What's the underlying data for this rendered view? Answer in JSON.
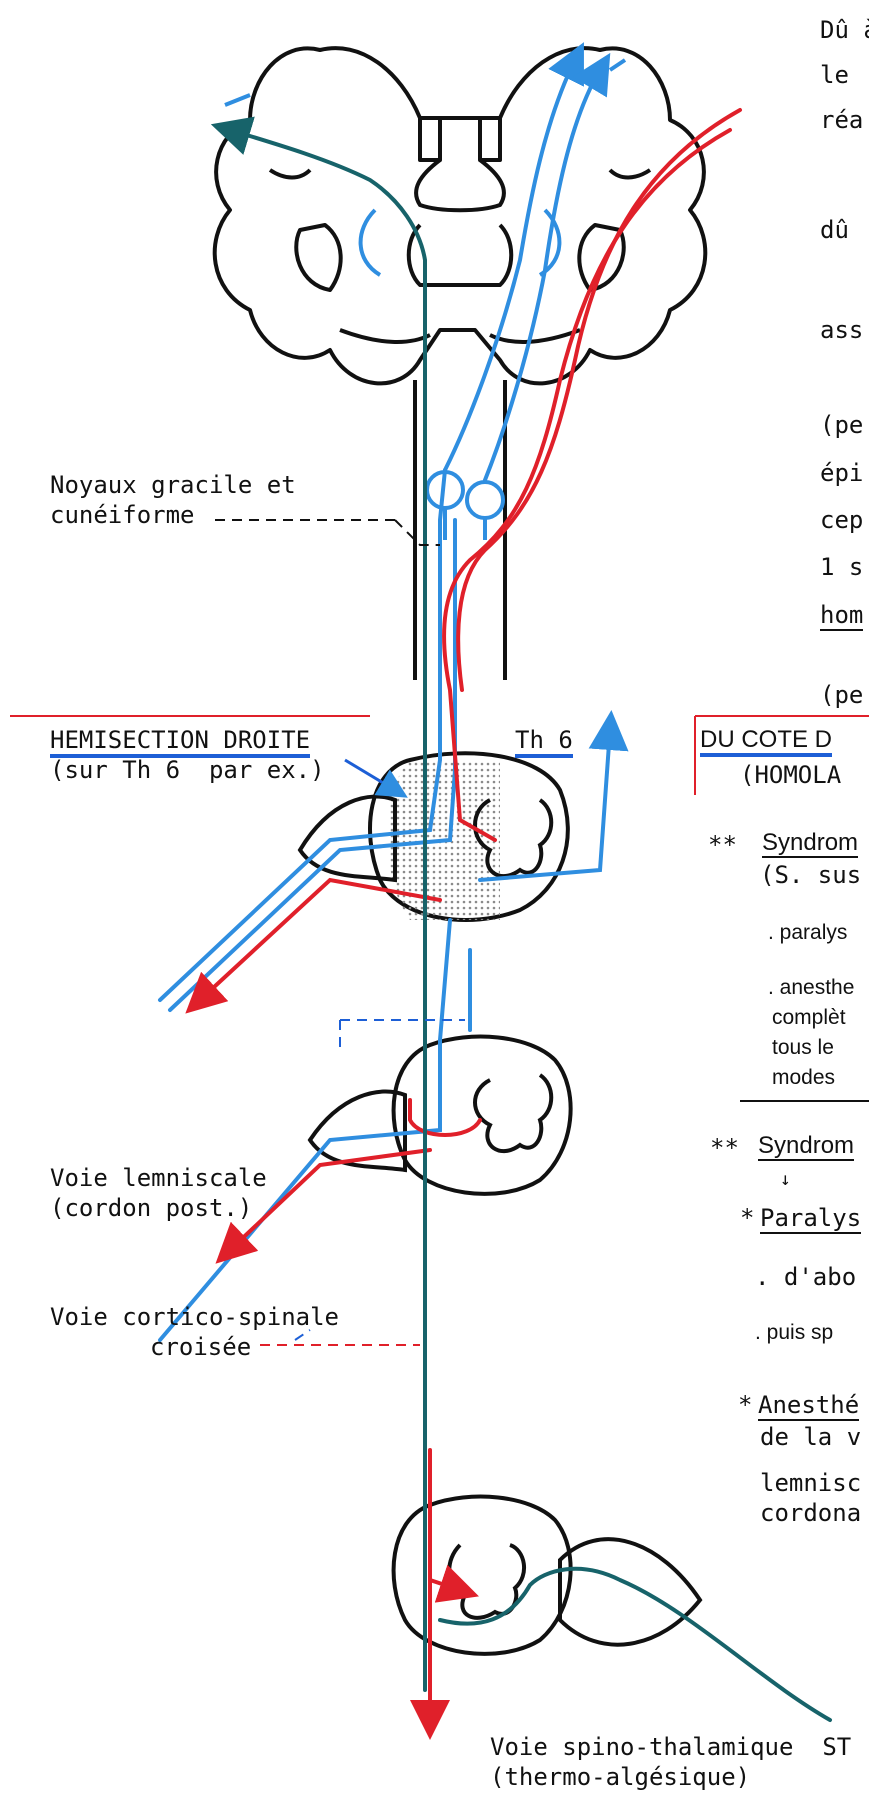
{
  "colors": {
    "ink": "#111111",
    "lemniscal": "#2f8ee0",
    "cortico_spinal": "#e0202a",
    "spino_thalamic": "#17636a",
    "lesion_dots": "#8a8a8a"
  },
  "left_labels": {
    "gracile_line1": "Noyaux gracile et",
    "gracile_line2": "cunéiforme",
    "hemisection_title": "HEMISECTION DROITE",
    "hemisection_sub": "(sur Th 6  par ex.)",
    "level": "Th 6",
    "lemniscal_line1": "Voie lemniscale",
    "lemniscal_line2": "(cordon post.)",
    "corticospinal_line1": "Voie cortico-spinale",
    "corticospinal_line2": "croisée",
    "spinothalamic_line1": "Voie spino-thalamique  ST",
    "spinothalamic_line2": "(thermo-algésique)"
  },
  "right_text": {
    "r1": "Dû à",
    "r2": "le",
    "r3": "réa",
    "r4": "dû",
    "r5": "ass",
    "r6": "(pe",
    "r7": "épi",
    "r8": "cep",
    "r9": "1 s",
    "r10": "hom",
    "r11": "(pe",
    "side_heading": "DU COTE D",
    "side_sub": "(HOMOLA",
    "s1_stars": "**",
    "s1_title": "Syndrom",
    "s1_sub": "(S. sus",
    "b1": ". paralys",
    "b2_l1": ". anesthe",
    "b2_l2": "complèt",
    "b2_l3": "tous le",
    "b2_l4": "modes",
    "s2_stars": "**",
    "s2_title": "Syndrom",
    "s2_arrow": "↓",
    "p_star": "*",
    "p_title": "Paralys",
    "p1": ". d'abo",
    "p2": ". puis sp",
    "a_star": "*",
    "a_title": "Anesthé",
    "a_l2": "de la v",
    "a_l3": "lemnisc",
    "a_l4": "cordona"
  }
}
